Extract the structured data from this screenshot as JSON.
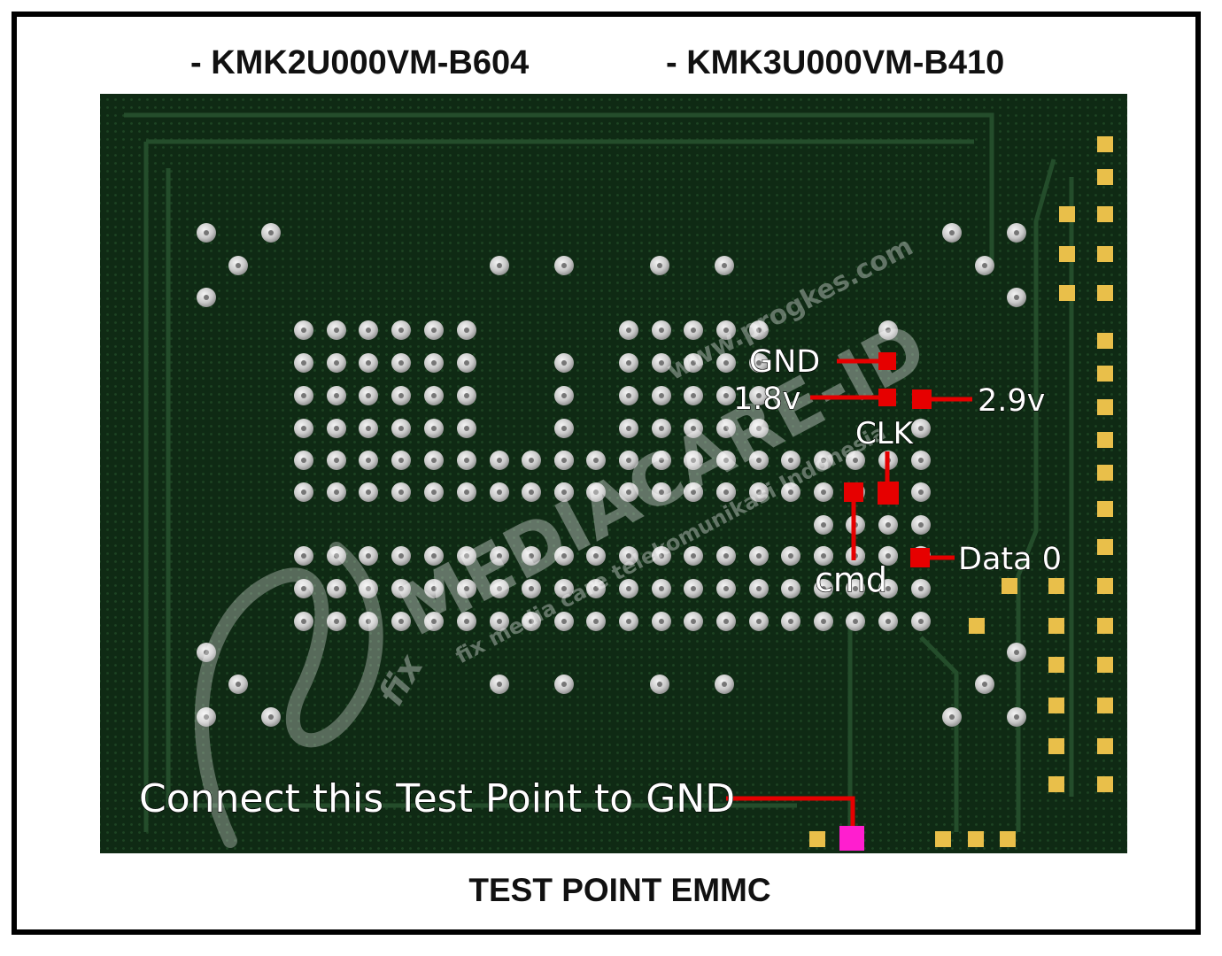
{
  "header": {
    "part_left": "- KMK2U000VM-B604",
    "part_right": "- KMK3U000VM-B410"
  },
  "labels": {
    "gnd": "GND",
    "v18": "1.8v",
    "v29": "2.9v",
    "clk": "CLK",
    "cmd": "cmd",
    "data0": "Data 0",
    "connect": "Connect this Test Point to GND"
  },
  "watermark": {
    "site": "www.progkes.com",
    "brand": "MEDIACARE-ID",
    "tagline": "fix media care telekomunikasi Indonesia",
    "script": "fix"
  },
  "footer": {
    "title": "TEST POINT EMMC"
  },
  "colors": {
    "board": "#0f2a14",
    "pad": "#d9d9d9",
    "marker": "#e60000",
    "test_point": "#ff1ecf",
    "gold_pad": "#e9bf4a"
  }
}
